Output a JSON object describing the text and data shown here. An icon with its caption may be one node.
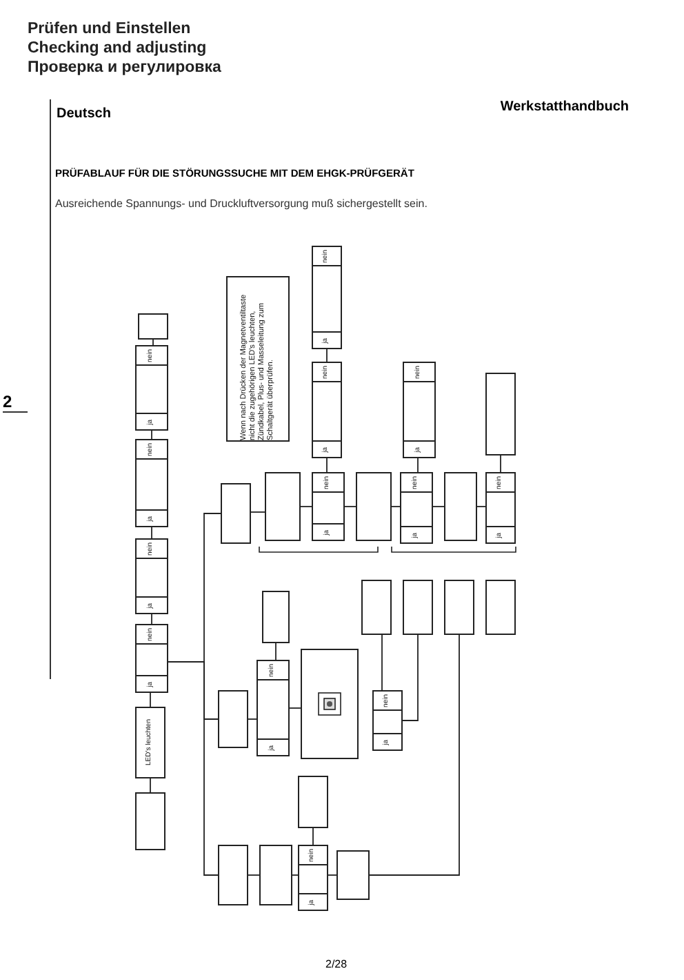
{
  "diagram": {
    "title": "PRÜFABLAUF FÜR DIE STÖRUNGSSUCHE MIT DEM EHGK-PRÜFGERÄT",
    "nodes": [
      {
        "text": [],
        "shape": "box"
      },
      {
        "text": [
          "nein",
          "ja"
        ]
      },
      {
        "text": [
          "nein",
          "ja"
        ]
      },
      {
        "text": [
          "nein",
          "ja"
        ]
      },
      {
        "text": [
          "nein",
          "ja"
        ]
      },
      {
        "text": [
          "LED's leuchten"
        ]
      },
      {
        "text": [],
        "shape": "box"
      },
      {
        "text": [],
        "shape": "box"
      },
      {
        "text": [],
        "shape": "box"
      },
      {
        "text": [],
        "shape": "box"
      },
      {
        "text": [],
        "shape": "box"
      },
      {
        "text": [
          "nein",
          "ja"
        ]
      },
      {
        "text": [],
        "shape": "box"
      },
      {
        "text": [],
        "shape": "box"
      },
      {
        "text": [
          "nein",
          "ja"
        ]
      },
      {
        "text": [],
        "shape": "box"
      },
      {
        "text": [],
        "shape": "box"
      },
      {
        "text": [
          "Wenn nach Drücken der Magnetventiltaste nicht die zugehörigen LED's leuchten, Zündkabel, Plus- und Masseleitung zum Schaltgerät überprüfen."
        ]
      },
      {
        "text": [],
        "shape": "box"
      },
      {
        "text": [
          "nein",
          "ja"
        ]
      },
      {
        "text": [],
        "shape": "box"
      },
      {
        "text": [
          "nein",
          "ja"
        ]
      },
      {
        "text": [],
        "shape": "box"
      },
      {
        "text": [
          "nein",
          "ja"
        ]
      },
      {
        "text": [
          "nein",
          "ja"
        ]
      },
      {
        "text": [
          "nein",
          "ja"
        ]
      },
      {
        "text": [
          "nein",
          "ja"
        ]
      },
      {
        "text": [],
        "shape": "box"
      },
      {
        "text": [],
        "shape": "box"
      },
      {
        "text": [],
        "shape": "box"
      },
      {
        "text": [],
        "shape": "box"
      },
      {
        "text": [],
        "shape": "box"
      },
      {
        "text": [
          "nein",
          "ja"
        ]
      }
    ],
    "edges": [
      {
        "from": 0,
        "to": 1,
        "arrow": "none"
      },
      {
        "from": 1,
        "to": 2,
        "arrow": "none"
      },
      {
        "from": 2,
        "to": 3,
        "arrow": "none"
      },
      {
        "from": 3,
        "to": 4,
        "arrow": "none"
      },
      {
        "from": 4,
        "to": 5,
        "arrow": "none"
      },
      {
        "from": 5,
        "to": 6,
        "arrow": "none"
      },
      {
        "from": 4,
        "to": 7,
        "arrow": "none"
      },
      {
        "from": 4,
        "to": 8,
        "arrow": "none"
      },
      {
        "from": 4,
        "to": 9,
        "arrow": "none"
      },
      {
        "from": 9,
        "to": 10,
        "arrow": "none"
      },
      {
        "from": 10,
        "to": 11,
        "arrow": "none"
      },
      {
        "from": 11,
        "to": 12,
        "arrow": "none"
      },
      {
        "from": 11,
        "to": 13,
        "arrow": "none"
      },
      {
        "from": 8,
        "to": 14,
        "arrow": "none"
      },
      {
        "from": 14,
        "to": 15,
        "arrow": "none"
      },
      {
        "from": 14,
        "to": 16,
        "arrow": "none"
      },
      {
        "from": 7,
        "to": 18,
        "arrow": "none"
      },
      {
        "from": 18,
        "to": 19,
        "arrow": "none"
      },
      {
        "from": 19,
        "to": 20,
        "arrow": "none"
      },
      {
        "from": 20,
        "to": 21,
        "arrow": "none"
      },
      {
        "from": 21,
        "to": 22,
        "arrow": "none"
      },
      {
        "from": 22,
        "to": 23,
        "arrow": "none"
      },
      {
        "from": 19,
        "to": 24,
        "arrow": "none"
      },
      {
        "from": 24,
        "to": 25,
        "arrow": "none"
      },
      {
        "from": 21,
        "to": 26,
        "arrow": "none"
      },
      {
        "from": 23,
        "to": 27,
        "arrow": "none"
      },
      {
        "from": 28,
        "to": 32,
        "arrow": "none"
      },
      {
        "from": 29,
        "to": 32,
        "arrow": "none"
      },
      {
        "from": 30,
        "to": 12,
        "arrow": "none"
      }
    ],
    "labels": [
      "Prüfen und Einstellen",
      "Checking and adjusting",
      "Проверка и регулировка",
      "Deutsch",
      "Werkstatthandbuch",
      "Ausreichende Spannungs- und Druckluftversorgung muß sichergestellt sein.",
      "2",
      "2/28"
    ]
  }
}
